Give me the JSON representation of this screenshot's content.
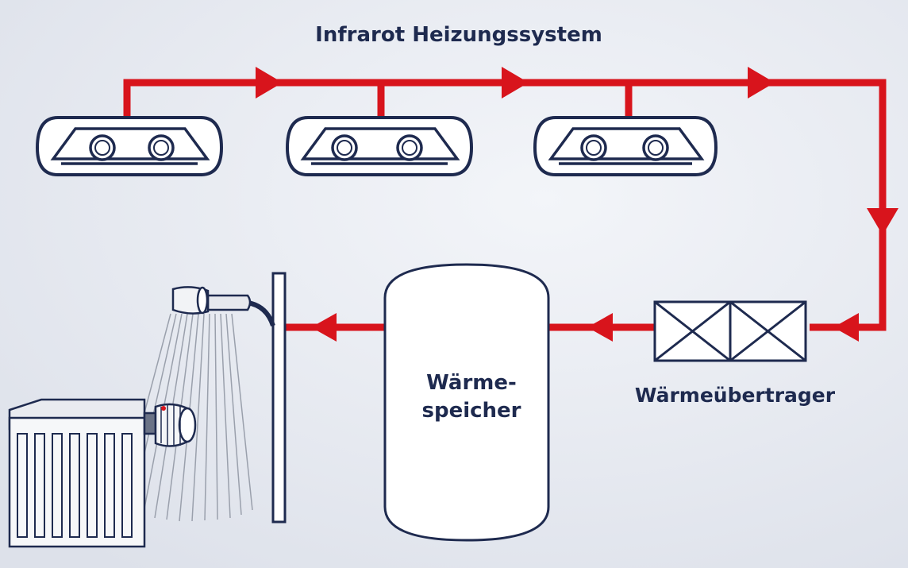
{
  "title": "Infrarot Heizungssystem",
  "heat_exchanger": {
    "label": "Wärmeübertrager"
  },
  "storage_tank": {
    "label_line1": "Wärme-",
    "label_line2": "speicher"
  },
  "colors": {
    "pipe": "#d8141c",
    "outline": "#1e2a4f",
    "background": "#e6e9ef",
    "component_fill": "#ffffff"
  },
  "icons": {
    "emitter": "infrared-heater-icon",
    "shower": "shower-head-icon",
    "radiator": "radiator-icon",
    "thermostat": "thermostat-valve-icon"
  }
}
